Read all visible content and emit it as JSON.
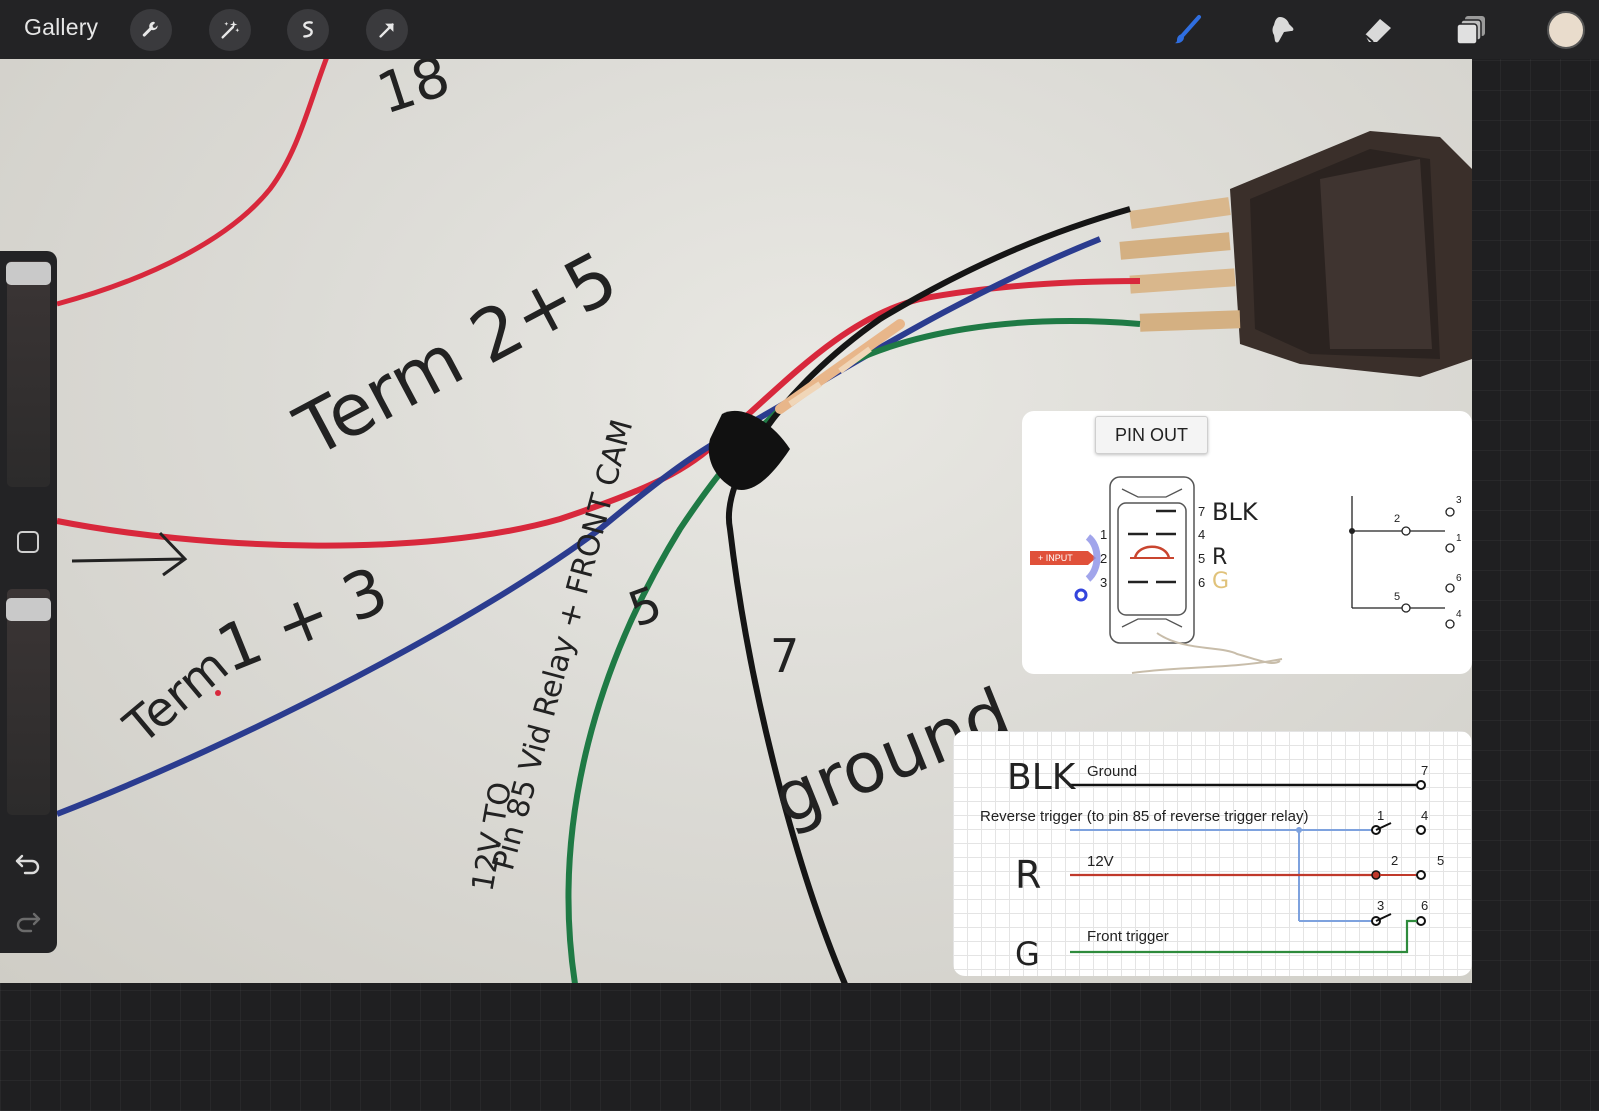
{
  "toolbar": {
    "gallery_label": "Gallery",
    "left_tools": [
      "wrench-icon",
      "magic-wand-icon",
      "selection-icon",
      "transform-arrow-icon"
    ],
    "right_tools": [
      "brush-icon",
      "smudge-icon",
      "eraser-icon",
      "layers-icon"
    ],
    "brush_active_color": "#2f6ee0",
    "current_color": "#e9dccc"
  },
  "sidebar": {
    "brush_size_icon": "slider",
    "modify_icon": "square-icon",
    "undo_icon": "undo-icon",
    "redo_icon": "redo-icon"
  },
  "canvas": {
    "handwriting": {
      "top": "18",
      "term25": "Term 2+5",
      "term13_a": "Term",
      "term13_b": "1 + 3",
      "green_wire": "Pin 85 Vid Relay + FRONT CAM",
      "twelve_v": "12V TO",
      "five": "5",
      "seven": "7",
      "ground": "ground",
      "arrow": "→"
    }
  },
  "pinout": {
    "title": "PIN OUT",
    "input_tag": "+ INPUT",
    "left_pins": [
      "1",
      "2",
      "3"
    ],
    "right_pins": [
      "7",
      "4",
      "5",
      "6"
    ],
    "right_labels": {
      "blk": "BLK",
      "r": "R",
      "g": "G"
    },
    "schematic_pins": [
      "2",
      "3",
      "1",
      "5",
      "6",
      "4"
    ]
  },
  "wiring": {
    "blk_label": "BLK",
    "r_label": "R",
    "g_label": "G",
    "ground": "Ground",
    "reverse": "Reverse trigger (to pin 85 of reverse trigger relay)",
    "twelve_v": "12V",
    "front": "Front trigger",
    "pins": {
      "p7": "7",
      "p1": "1",
      "p4": "4",
      "p2": "2",
      "p5": "5",
      "p3": "3",
      "p6": "6"
    },
    "colors": {
      "black": "#111111",
      "blue": "#7ea2de",
      "red": "#c0392b",
      "green": "#2e8b3c"
    }
  }
}
